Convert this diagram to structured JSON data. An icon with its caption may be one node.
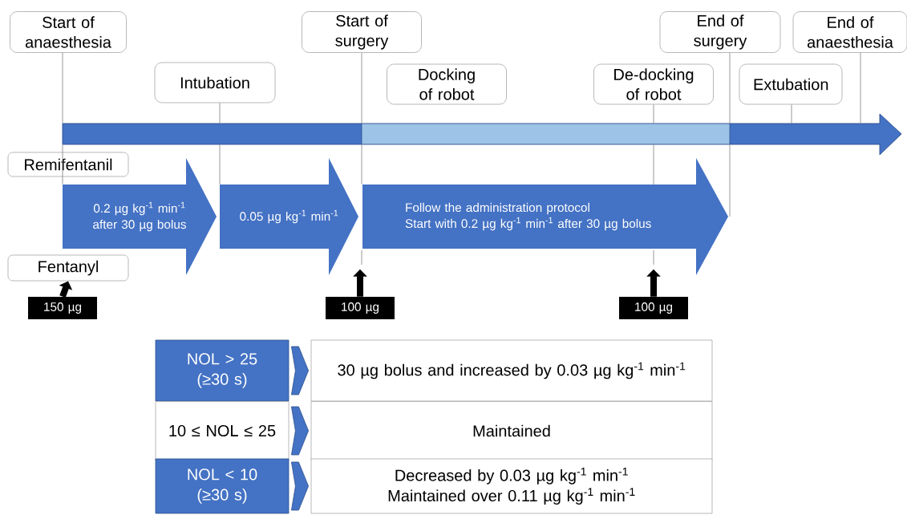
{
  "diagram": {
    "nodes": [
      {
        "text": [
          "Start of anaesthesia"
        ]
      },
      {
        "text": [
          "Intubation"
        ]
      },
      {
        "text": [
          "Start of surgery"
        ]
      },
      {
        "text": [
          "Docking of robot"
        ]
      },
      {
        "text": [
          "De-docking of robot"
        ]
      },
      {
        "text": [
          "End of surgery"
        ]
      },
      {
        "text": [
          "End of anaesthesia"
        ]
      },
      {
        "text": [
          "Extubation"
        ]
      },
      {
        "text": [],
        "shape": "arrow"
      },
      {
        "text": [
          "Remifentanil"
        ]
      },
      {
        "text": [
          "Fentanyl"
        ]
      },
      {
        "text": [
          "0.2 µg kg$^{-1}$ min$^{-1}$ after 30 µg bolus"
        ]
      },
      {
        "text": [
          "0.05 µg kg$^{-1}$ min$^{-1}$"
        ]
      },
      {
        "text": [
          "Follow the administration protocol",
          "Start with 0.2 µg kg$^{-1}$ min$^{-1}$ after 30 µg bolus"
        ]
      },
      {
        "text": [
          "150 µg"
        ]
      },
      {
        "text": [
          "100 µg"
        ]
      },
      {
        "text": [
          "100 µg"
        ]
      },
      {
        "text": [
          "NOL > 25 (≥30 s)"
        ]
      },
      {
        "text": [
          "30 µg bolus and increased by 0.03 µg kg$^{-1}$ min$^{-1}$"
        ]
      },
      {
        "text": [
          "10 ≤ NOL ≤ 25"
        ]
      },
      {
        "text": [
          "Maintained"
        ]
      },
      {
        "text": [
          "NOL < 10 (≥30 s)"
        ]
      },
      {
        "text": [
          "Decreased by 0.03 µg kg$^{-1}$ min$^{-1}$",
          "Maintained over 0.11 µg kg$^{-1}$ min$^{-1}$"
        ]
      }
    ],
    "edges": [
      {
        "from": 0,
        "to": 8,
        "arrow": "none"
      },
      {
        "from": 1,
        "to": 8,
        "arrow": "none"
      },
      {
        "from": 2,
        "to": 8,
        "arrow": "none"
      },
      {
        "from": 4,
        "to": 8,
        "arrow": "none"
      },
      {
        "from": 5,
        "to": 8,
        "arrow": "none"
      },
      {
        "from": 7,
        "to": 8,
        "arrow": "none"
      },
      {
        "from": 6,
        "to": 8,
        "arrow": "none"
      },
      {
        "from": 14,
        "to": 10,
        "arrow": "to",
        "style": "thick",
        "color": "#000000"
      },
      {
        "from": 15,
        "to": null,
        "arrow": "to",
        "style": "thick",
        "color": "#000000"
      },
      {
        "from": 16,
        "to": null,
        "arrow": "to",
        "style": "thick",
        "color": "#000000"
      },
      {
        "from": 17,
        "to": 18,
        "arrow": "to",
        "style": "thick",
        "color": "#4472c4"
      },
      {
        "from": 19,
        "to": 20,
        "arrow": "to",
        "style": "thick",
        "color": "#4472c4"
      },
      {
        "from": 21,
        "to": 22,
        "arrow": "to",
        "style": "thick",
        "color": "#4472c4"
      },
      {
        "from": 8,
        "to": 11,
        "arrow": "none"
      },
      {
        "from": 8,
        "to": 12,
        "arrow": "none"
      },
      {
        "from": 8,
        "to": 13,
        "arrow": "none"
      },
      {
        "from": 8,
        "to": 13,
        "arrow": "none"
      },
      {
        "from": 8,
        "to": 13,
        "arrow": "none"
      }
    ]
  }
}
